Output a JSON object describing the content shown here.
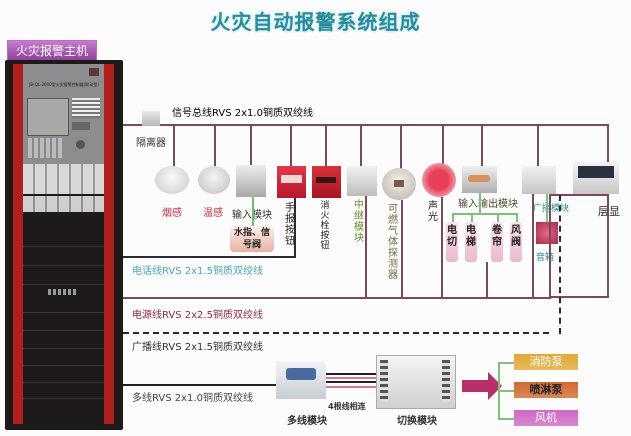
{
  "title": "火灾自动报警系统组成",
  "host": {
    "label": "火灾报警主机",
    "model_text": "JB-QL-2000型火灾报警控制器(联动型)"
  },
  "lines": {
    "signal_bus": "信号总线RVS 2x1.0铜质双绞线",
    "phone_line": "电话线RVS 2x1.5铜质双绞线",
    "power_line": "电源线RVS 2x2.5铜质双绞线",
    "broadcast_line": "广播线RVS 2x1.5铜质双绞线",
    "multi_line": "多线RVS 2x1.0铜质双绞线"
  },
  "devices": {
    "isolator": "隔离器",
    "smoke": "烟感",
    "heat": "温感",
    "input_module": "输入模块",
    "water_signal": "水指、信号阀",
    "manual_button": "手报按钮",
    "hydrant_button": "消火栓按钮",
    "relay_module": "中继模块",
    "gas_detector": "可燃气体探测器",
    "sound_light": "声光",
    "io_module": "输入输出模块",
    "io_subs": [
      "电切",
      "电梯",
      "卷帘",
      "风阀"
    ],
    "broadcast_module": "广播模块",
    "speaker": "音箱",
    "floor_display": "层显",
    "multi_module": "多线模块",
    "four_wire": "4根线相连",
    "switch_module": "切换模块"
  },
  "outputs": [
    {
      "label": "消防泵",
      "color": "#e0a93a"
    },
    {
      "label": "喷淋泵",
      "color": "#cf6a32"
    },
    {
      "label": "风机",
      "color": "#cf6ac2"
    }
  ],
  "colors": {
    "title": "#2b8a9a",
    "bus": "#7a4a58",
    "signal_label": "#2e8da0",
    "phone_label": "#4aa8b8",
    "power_label": "#8b2a48",
    "broadcast_label": "#333333",
    "arrow": "#b8306a",
    "branch": "#7fc07a"
  }
}
